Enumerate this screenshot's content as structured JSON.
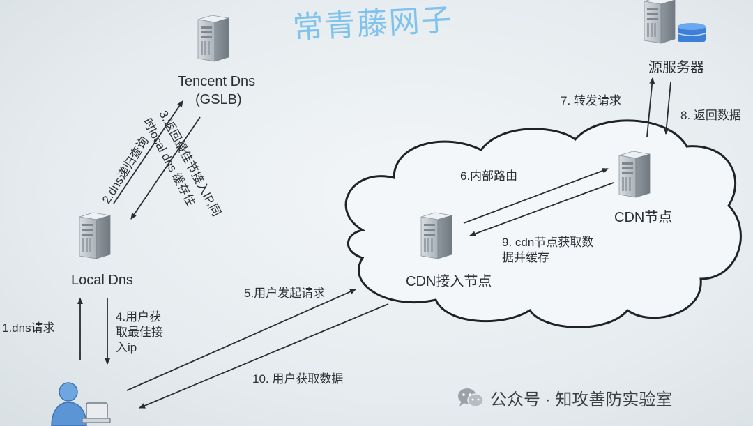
{
  "watermark": "常青藤网子",
  "nodes": {
    "tencent_dns": {
      "line1": "Tencent Dns",
      "line2": "(GSLB)"
    },
    "origin_server": "源服务器",
    "local_dns": "Local Dns",
    "cdn_node": "CDN节点",
    "cdn_access_node": "CDN接入节点"
  },
  "steps": {
    "s1": "1.dns请求",
    "s2": "2.dns递归查询",
    "s3_line1": "3.返回最佳节接入IP,同",
    "s3_line2": "时local dns 缓存住",
    "s4_line1": "4.用户获",
    "s4_line2": "取最佳接",
    "s4_line3": "入ip",
    "s5": "5.用户发起请求",
    "s6": "6.内部路由",
    "s7": "7. 转发请求",
    "s8": "8. 返回数据",
    "s9_line1": "9. cdn节点获取数",
    "s9_line2": "据并缓存",
    "s10": "10. 用户获取数据"
  },
  "footer": {
    "account": "公众号 · 知攻善防实验室"
  },
  "colors": {
    "watermark": "#7fc3ec",
    "arrow": "#2a2e33",
    "server": "#b9c0c6",
    "user": "#4a86c8"
  }
}
